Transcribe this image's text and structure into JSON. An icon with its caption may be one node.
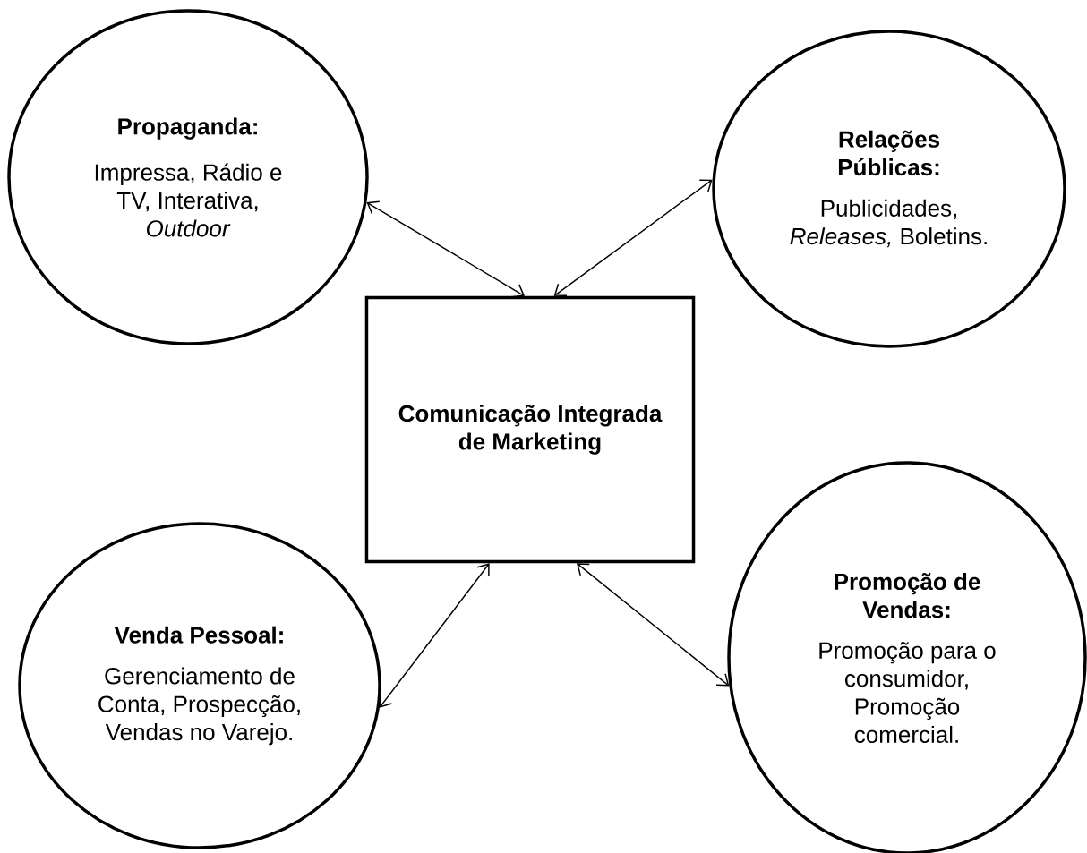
{
  "diagram": {
    "nodes": [
      {
        "text": [
          "Propaganda:",
          "Impressa, Rádio e TV, Interativa, *Outdoor*"
        ]
      },
      {
        "text": [
          "Relações Públicas:",
          "Publicidades, *Releases,* Boletins."
        ]
      },
      {
        "text": [
          "Comunicação Integrada de Marketing"
        ]
      },
      {
        "text": [
          "Venda Pessoal:",
          "Gerenciamento de Conta, Prospecção, Vendas no Varejo."
        ]
      },
      {
        "text": [
          "Promoção de Vendas:",
          "Promoção para o consumidor, Promoção comercial."
        ]
      }
    ],
    "edges": [
      {
        "from": 0,
        "to": 2,
        "arrow": "both"
      },
      {
        "from": 1,
        "to": 2,
        "arrow": "both"
      },
      {
        "from": 3,
        "to": 2,
        "arrow": "both"
      },
      {
        "from": 4,
        "to": 2,
        "arrow": "both"
      }
    ]
  }
}
